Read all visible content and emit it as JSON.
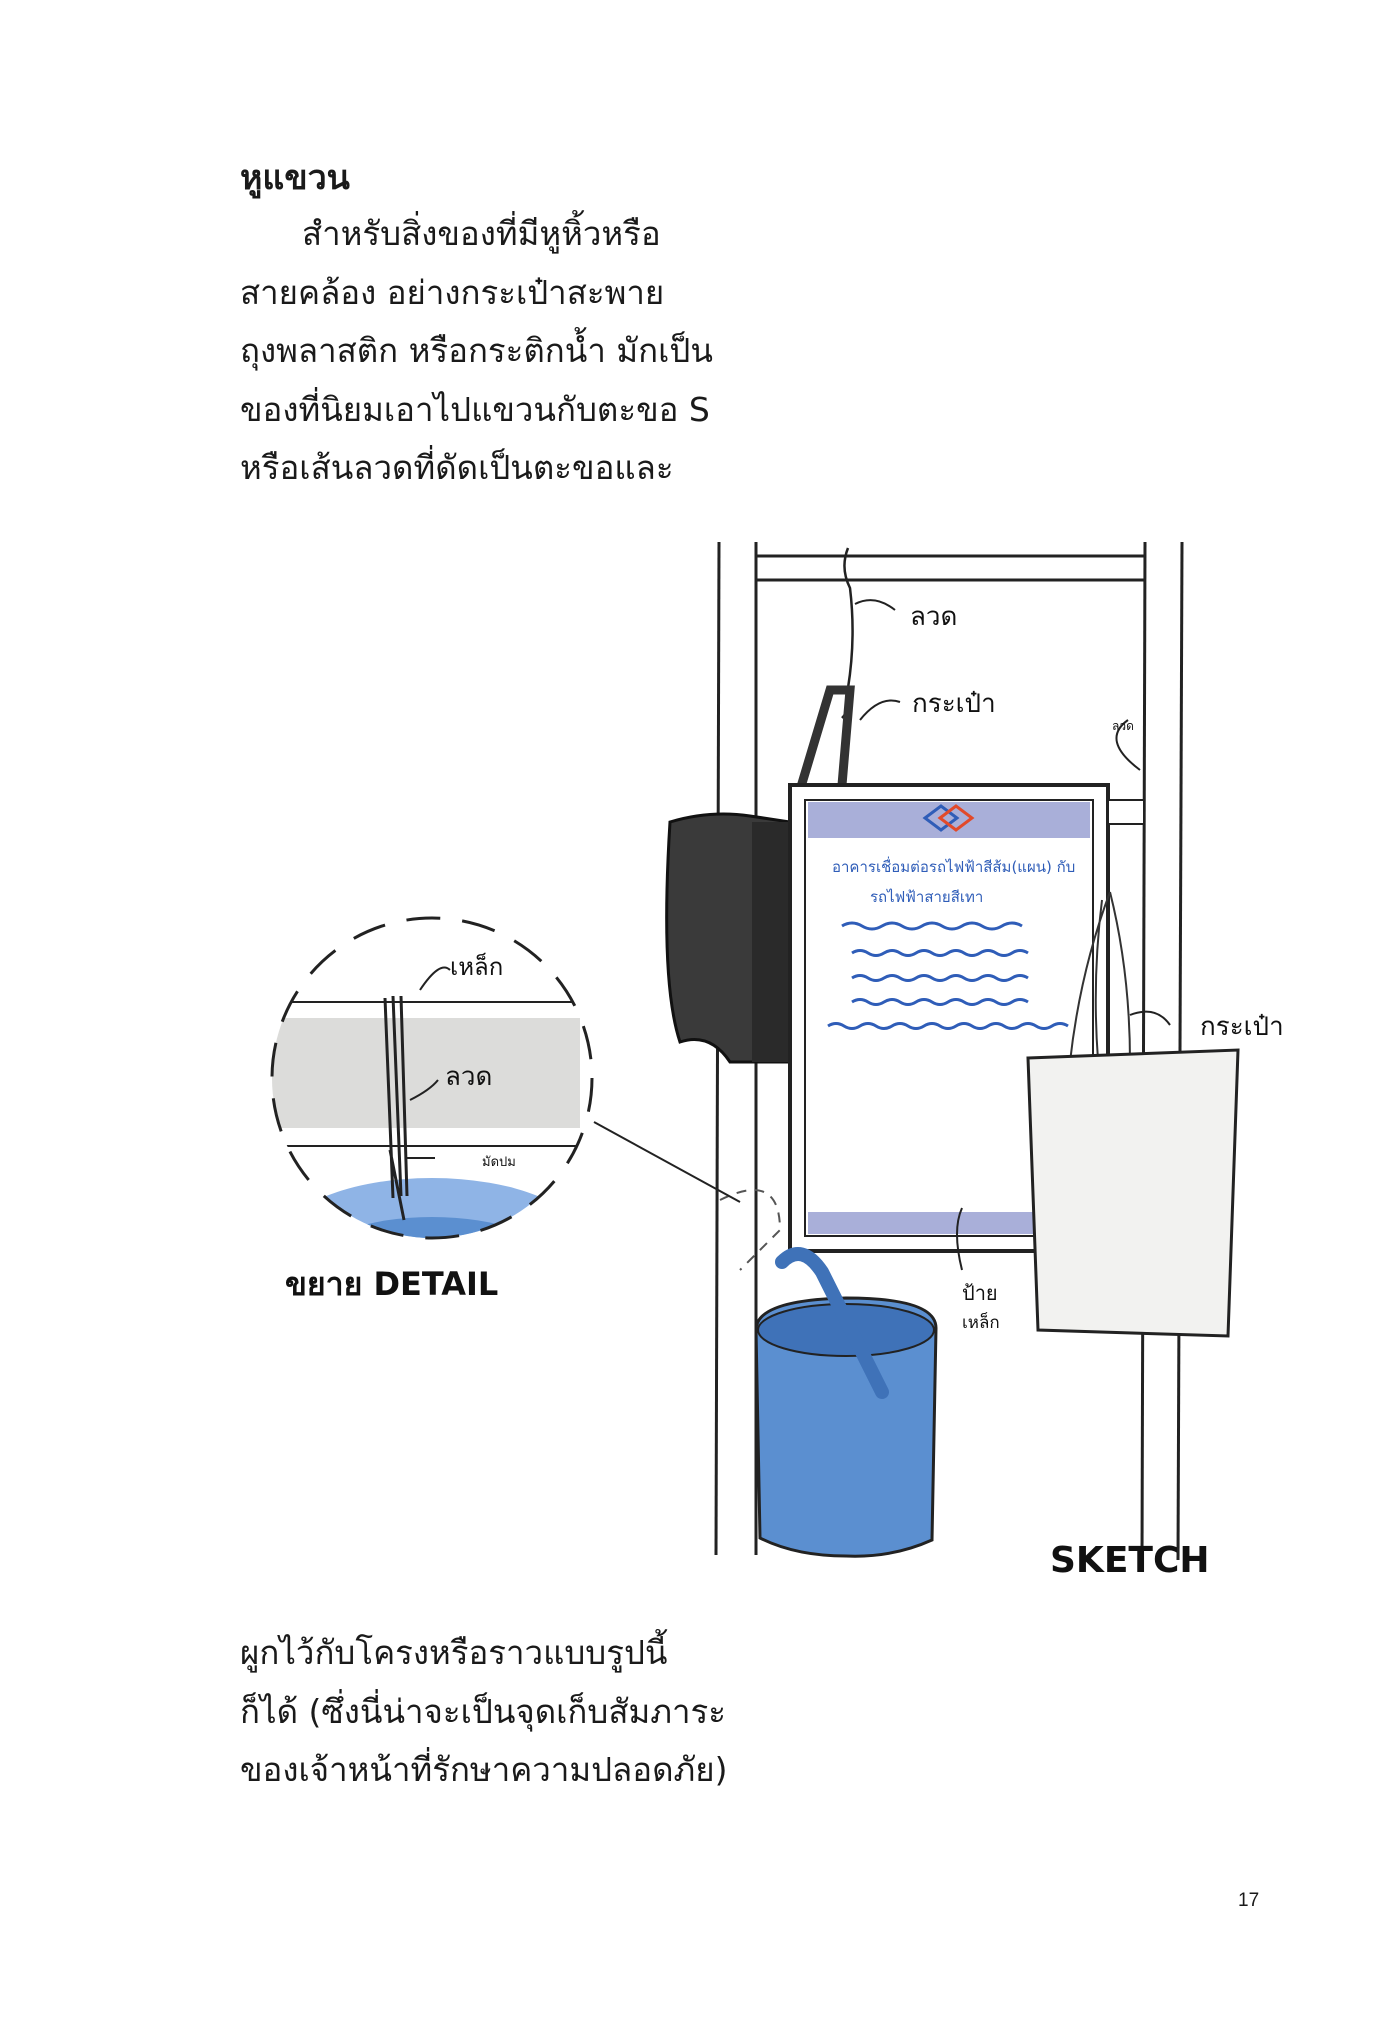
{
  "heading": "หูแขวน",
  "paragraph_top": [
    "สำหรับสิ่งของที่มีหูหิ้วหรือ",
    "สายคล้อง  อย่างกระเป๋าสะพาย",
    "ถุงพลาสติก หรือกระติกน้ำ มักเป็น",
    "ของที่นิยมเอาไปแขวนกับตะขอ S",
    "หรือเส้นลวดที่ดัดเป็นตะขอและ"
  ],
  "paragraph_bottom": [
    "ผูกไว้กับโครงหรือราวแบบรูปนี้",
    "ก็ได้ (ซึ่งนี่น่าจะเป็นจุดเก็บสัมภาระ",
    "ของเจ้าหน้าที่รักษาความปลอดภัย)"
  ],
  "sketch": {
    "labels": {
      "wire_top": "ลวด",
      "bag_top": "กระเป๋า",
      "wire_small": "ลวด",
      "bag_right": "กระเป๋า",
      "sign": "ป้าย",
      "sign2": "เหล็ก",
      "sketch_title": "SKETCH"
    },
    "detail": {
      "iron": "เหล็ก",
      "wire": "ลวด",
      "knot": "มัดปม",
      "caption": "ขยาย DETAIL"
    },
    "board_text": [
      "อาคารเชื่อมต่อรถไฟฟ้าสีส้ม(แผน) กับ",
      "รถไฟฟ้าสายสีเทา"
    ],
    "colors": {
      "board_band": "#a9afd9",
      "handwriting": "#2f5db8",
      "bucket": "#5b8fd0",
      "bucket_dark": "#3f72b8",
      "detail_gray": "#dcdcda",
      "detail_blue": "#8fb4e6",
      "tote": "#f2f2f0",
      "black_bag": "#3a3a3a"
    }
  },
  "page_number": "17"
}
